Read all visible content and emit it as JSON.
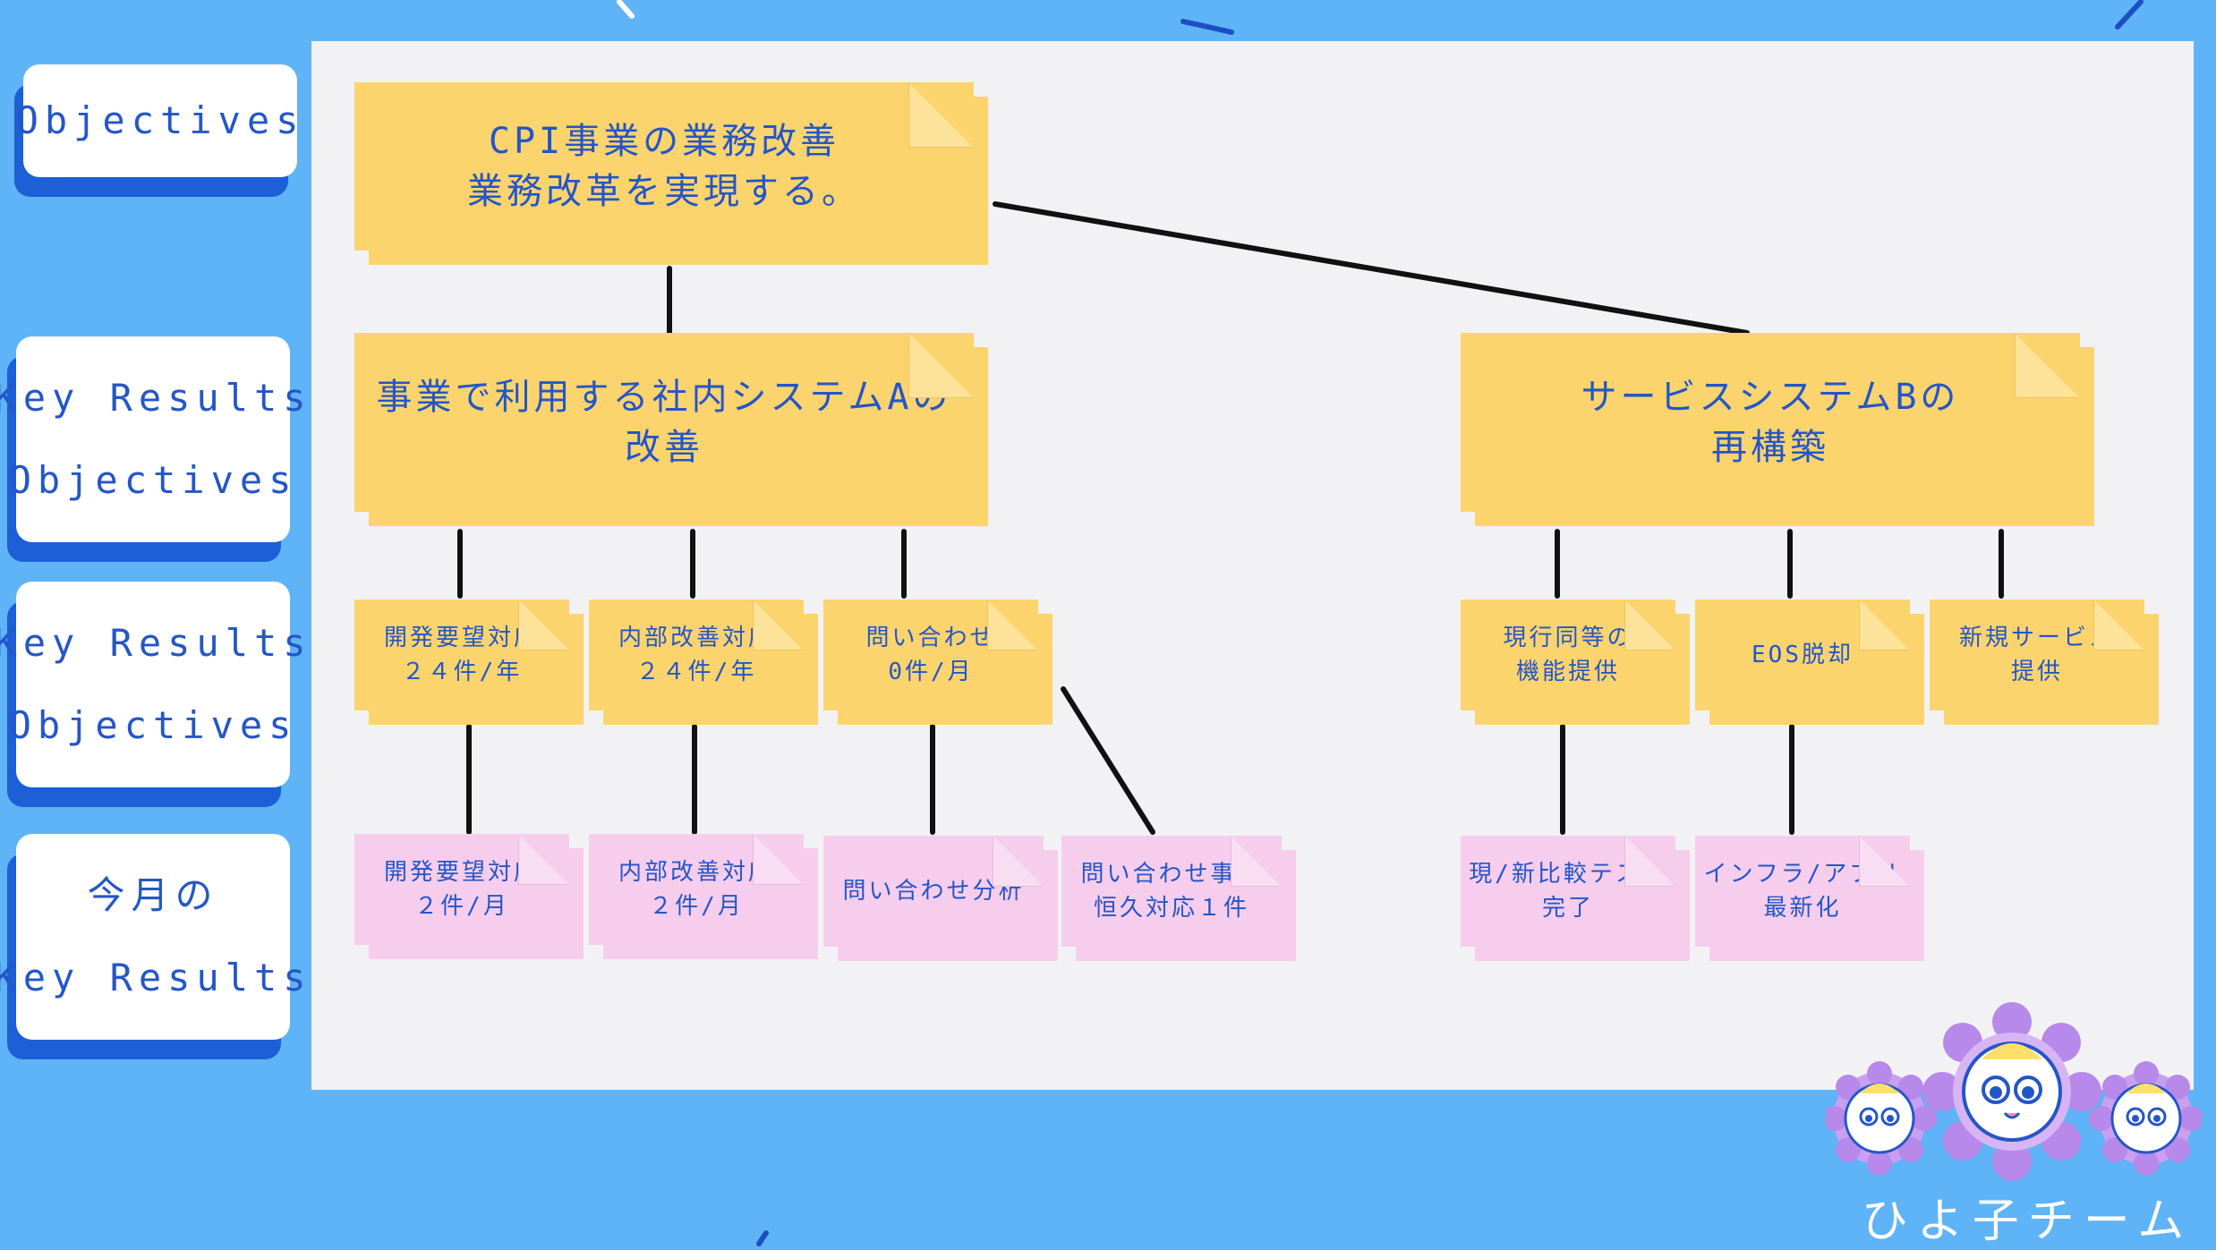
{
  "sidebar": {
    "objectives": "Objectives",
    "key_results_1": "Key Results",
    "objectives_1": "Objectives",
    "key_results_2": "Key Results",
    "objectives_2": "Objectives",
    "this_month": "今月の",
    "key_results_3": "Key Results"
  },
  "tree": {
    "root": {
      "line1": "CPI事業の業務改善",
      "line2": "業務改革を実現する。"
    },
    "system_a": {
      "line1": "事業で利用する社内システムAの",
      "line2": "改善"
    },
    "system_b": {
      "line1": "サービスシステムBの",
      "line2": "再構築"
    },
    "kr_a": [
      {
        "line1": "開発要望対応",
        "line2": "２４件/年"
      },
      {
        "line1": "内部改善対応",
        "line2": "２４件/年"
      },
      {
        "line1": "問い合わせ",
        "line2": "0件/月"
      }
    ],
    "kr_b": [
      {
        "line1": "現行同等の",
        "line2": "機能提供"
      },
      {
        "line1": "EOS脱却"
      },
      {
        "line1": "新規サービス",
        "line2": "提供"
      }
    ],
    "monthly_a": [
      {
        "line1": "開発要望対応",
        "line2": "２件/月"
      },
      {
        "line1": "内部改善対応",
        "line2": "２件/月"
      },
      {
        "line1": "問い合わせ分析"
      },
      {
        "line1": "問い合わせ事象",
        "line2": "恒久対応１件"
      }
    ],
    "monthly_b": [
      {
        "line1": "現/新比較テスト",
        "line2": "完了"
      },
      {
        "line1": "インフラ/アプリ",
        "line2": "最新化"
      }
    ]
  },
  "branding": {
    "team_name": "ひよ子チーム"
  },
  "colors": {
    "background": "#5fb3f7",
    "board": "#f2f2f4",
    "note_yellow": "#fbd46e",
    "note_pink": "#f6cdec",
    "text_blue": "#2456c8",
    "shadow_blue": "#1c5fd6"
  }
}
